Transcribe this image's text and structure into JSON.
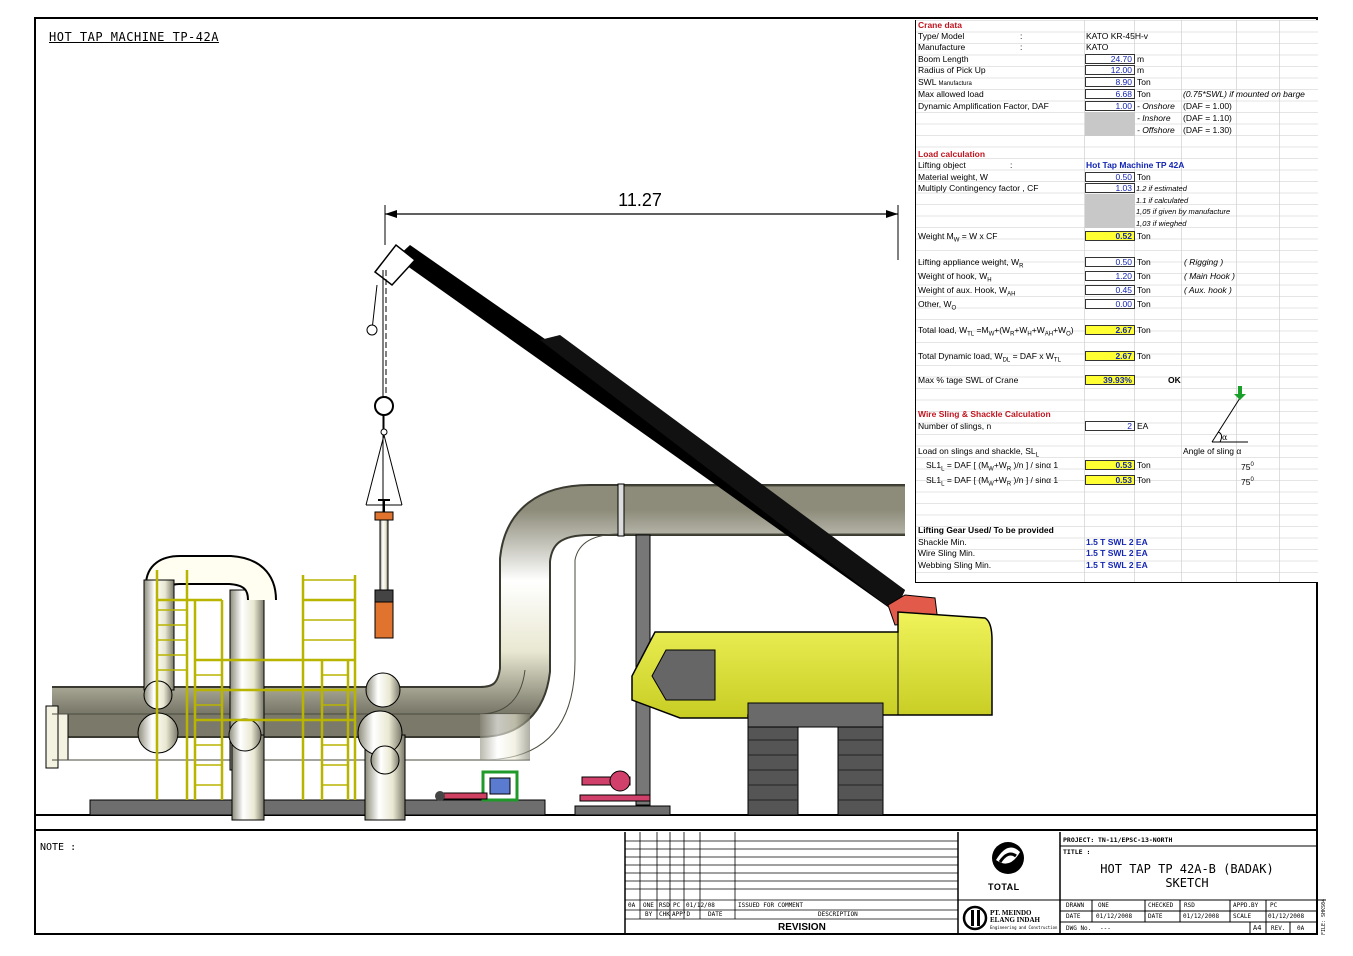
{
  "drawing_title": "HOT TAP MACHINE TP-42A",
  "dimension": "11.27",
  "crane": {
    "header": "Crane data",
    "type_label": "Type/ Model",
    "type_value": "KATO KR-45H-v",
    "manufacture_label": "Manufacture",
    "manufacture_value": "KATO",
    "colon": ":",
    "boom_label": "Boom Length",
    "boom_value": "24.70",
    "radius_label": "Radius of Pick Up",
    "radius_value": "12.00",
    "unit_m": "m",
    "swl_label": "SWL",
    "swl_sub": "Manufactura",
    "swl_value": "8.90",
    "unit_ton": "Ton",
    "max_label": "Max allowed load",
    "max_value": "6.68",
    "max_note": "(0.75*SWL) if mounted on barge",
    "daf_label": "Dynamic Amplification Factor, DAF",
    "daf_value": "1.00",
    "onshore": "- Onshore",
    "onshore_val": "(DAF = 1.00)",
    "inshore": "- Inshore",
    "inshore_val": "(DAF = 1.10)",
    "offshore": "- Offshore",
    "offshore_val": "(DAF = 1.30)"
  },
  "load": {
    "header": "Load calculation",
    "object_label": "Lifting object",
    "object_value": "Hot Tap Machine TP 42A",
    "material_label": "Material weight, W",
    "material_value": "0.50",
    "cf_label": "Multiply Contingency factor , CF",
    "cf_value": "1.03",
    "cf1": "1.2 if estimated",
    "cf2": "1.1 if calculated",
    "cf3": "1,05 if given by manufacture",
    "cf4": "1,03 if wieghed",
    "mw_label": "Weight M",
    "mw_sub": "W",
    "mw_eq": " = W x CF",
    "mw_value": "0.52",
    "wr_label": "Lifting appliance weight, W",
    "wr_sub": "R",
    "wr_value": "0.50",
    "wr_note": "( Rigging )",
    "wh_label": "Weight of hook, W",
    "wh_sub": "H",
    "wh_value": "1.20",
    "wh_note": "( Main Hook )",
    "wah_label": "Weight of aux. Hook, W",
    "wah_sub": "AH",
    "wah_value": "0.45",
    "wah_note": "( Aux. hook )",
    "wo_label": "Other, W",
    "wo_sub": "O",
    "wo_value": "0.00",
    "tl_label": "Total load, W",
    "tl_sub": "TL",
    "tl_eq": " =M",
    "tl_eq2": "W",
    "tl_eq3": "+(W",
    "tl_eq4": "R",
    "tl_eq5": "+W",
    "tl_eq6": "H",
    "tl_eq7": "+W",
    "tl_eq8": "AH",
    "tl_eq9": "+W",
    "tl_eq10": "O",
    "tl_eq11": ")",
    "tl_value": "2.67",
    "tdl_label": "Total Dynamic load, W",
    "tdl_sub": "DL",
    "tdl_eq": " = DAF x W",
    "tdl_sub2": "TL",
    "tdl_value": "2.67",
    "pct_label": "Max % tage SWL of Crane",
    "pct_value": "39.93%",
    "ok": "OK"
  },
  "sling": {
    "header": "Wire Sling & Shackle Calculation",
    "n_label": "Number of slings, n",
    "n_value": "2",
    "unit_ea": "EA",
    "sl_label": "Load on slings and shackle, SL",
    "sl_sub": "L",
    "angle_label": "Angle of sling",
    "alpha": "α",
    "row1": "SL1",
    "row1_eq": " = DAF [ (M",
    "row1_eq2": "+W",
    "row1_eq3": " )/n ] / sin",
    "row1_eq4": "α 1",
    "row1_value": "0.53",
    "row1_angle": "75",
    "row2": "SL1",
    "row2_value": "0.53",
    "row2_angle": "75",
    "deg": "0"
  },
  "gear": {
    "header": "Lifting Gear Used/ To be provided",
    "shackle_label": "Shackle Min.",
    "shackle_value": "1.5 T SWL  2 EA",
    "wire_label": "Wire Sling Min.",
    "wire_value": "1.5 T SWL  2 EA",
    "web_label": "Webbing Sling Min.",
    "web_value": "1.5 T SWL  2 EA"
  },
  "title_block": {
    "note": "NOTE :",
    "project_label": "PROJECT:",
    "project_value": "TN-11/EPSC-13-NORTH",
    "title_label": "TITLE :",
    "title_line1": "HOT TAP TP 42A-B (BADAK)",
    "title_line2": "SKETCH",
    "company_logo": "TOTAL",
    "contractor": "PT. MEINDO ELANG INDAH",
    "contractor_sub": "Engineering and Construction",
    "rev_row": [
      "0A",
      "ONE",
      "RSD",
      "PC",
      "01/12/08",
      "ISSUED FOR COMMENT"
    ],
    "rev_headers": [
      "BY",
      "CHK",
      "APP'D",
      "DATE",
      "DESCRIPTION"
    ],
    "revision": "REVISION",
    "drawn_label": "DRAWN",
    "drawn_value": "ONE",
    "checked_label": "CHECKED",
    "checked_value": "RSD",
    "apprd_label": "APPD.BY",
    "apprd_value": "PC",
    "date_label": "DATE",
    "date1": "01/12/2008",
    "date2": "01/12/2008",
    "scale_label": "SCALE",
    "date3": "01/12/2008",
    "dwg_label": "DWG No.",
    "dwg_value": "---",
    "size": "A4",
    "rev_label": "REV.",
    "rev_value": "0A",
    "side_text": "FILE: SHKS04"
  },
  "colors": {
    "crane_body": "#e6ec3c",
    "boom": "#000000",
    "pipe": "#f4f3e2",
    "highlight": "#ffff33",
    "red_text": "#c0141e",
    "blue_text": "#1326b4"
  }
}
